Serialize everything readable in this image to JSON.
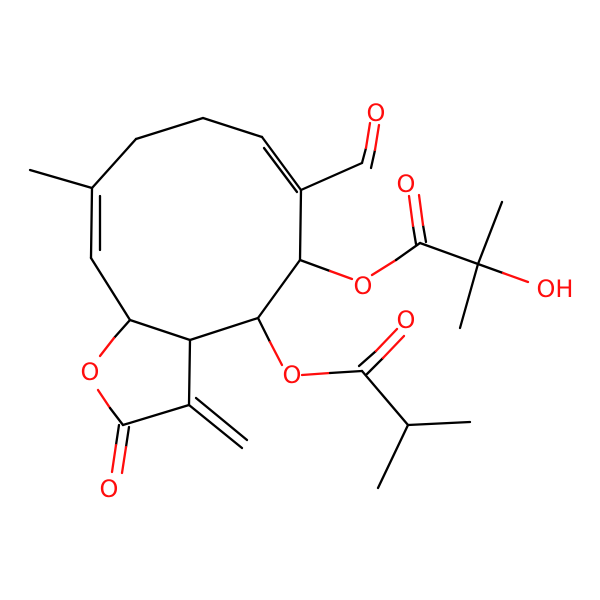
{
  "atoms": {
    "o_aldehyde": "O",
    "o_ester1_carbonyl": "O",
    "o_ester1_ether": "O",
    "o_hydroxyl": "OH",
    "o_ester2_carbonyl": "O",
    "o_ester2_ether": "O",
    "o_ring": "O",
    "o_lactone_carbonyl": "O"
  },
  "colors": {
    "carbon_bond": "#000000",
    "oxygen": "#ff0d0d",
    "background": "#ffffff"
  }
}
